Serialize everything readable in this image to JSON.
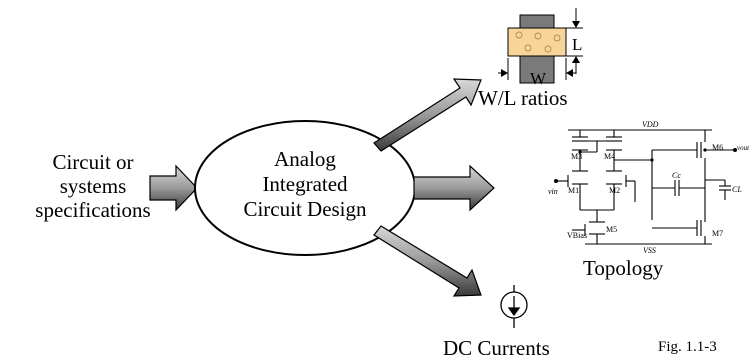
{
  "input": {
    "line1": "Circuit or",
    "line2": "systems",
    "line3": "specifications"
  },
  "center": {
    "line1": "Analog",
    "line2": "Integrated",
    "line3": "Circuit Design"
  },
  "outputs": {
    "wl": "W/L ratios",
    "topology": "Topology",
    "dc": "DC Currents"
  },
  "dims": {
    "L": "L",
    "W": "W"
  },
  "schematic": {
    "vdd": "VDD",
    "vss": "VSS",
    "m1": "M1",
    "m2": "M2",
    "m3": "M3",
    "m4": "M4",
    "m5": "M5",
    "m6": "M6",
    "m7": "M7",
    "cc": "Cc",
    "cl": "CL",
    "vin": "vin",
    "vout": "vout",
    "vbias": "VBias"
  },
  "figure": "Fig. 1.1-3"
}
